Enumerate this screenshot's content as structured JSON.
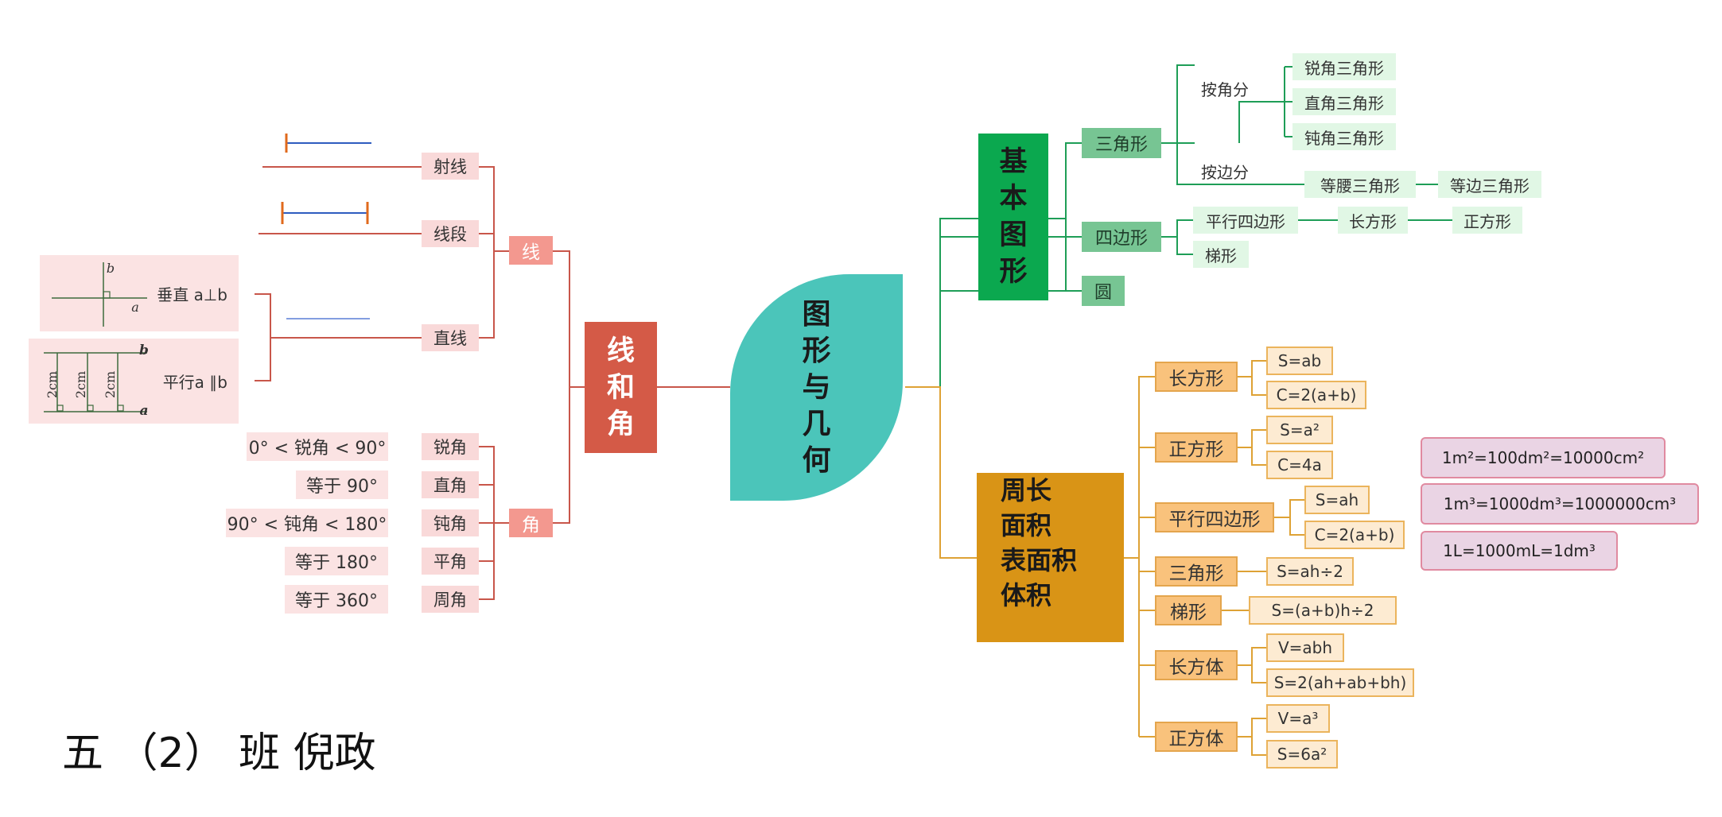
{
  "center": {
    "chars": [
      "图",
      "形",
      "与",
      "几",
      "何"
    ]
  },
  "left": {
    "root": {
      "chars": [
        "线",
        "和",
        "角"
      ]
    },
    "line_group": {
      "label": "线",
      "ray": "射线",
      "segment": "线段",
      "straight_line": "直线",
      "perpendicular": {
        "label": "垂直 a⊥b",
        "var_b": "b",
        "var_a": "a"
      },
      "parallel": {
        "label": "平行a ∥b",
        "var_b": "b",
        "var_a": "a",
        "distance_marks": [
          "2cm",
          "2cm",
          "2cm"
        ]
      }
    },
    "angle_group": {
      "label": "角",
      "items": [
        {
          "name": "锐角",
          "desc": "0° < 锐角 < 90°"
        },
        {
          "name": "直角",
          "desc": "等于 90°"
        },
        {
          "name": "钝角",
          "desc": "90° < 钝角 < 180°"
        },
        {
          "name": "平角",
          "desc": "等于 180°"
        },
        {
          "name": "周角",
          "desc": "等于 360°"
        }
      ]
    }
  },
  "right_top": {
    "root": {
      "chars": [
        "基",
        "本",
        "图",
        "形"
      ]
    },
    "triangle": {
      "label": "三角形",
      "by_angle": "按角分",
      "by_angle_items": [
        "锐角三角形",
        "直角三角形",
        "钝角三角形"
      ],
      "by_side": "按边分",
      "isosceles": "等腰三角形",
      "equilateral": "等边三角形"
    },
    "quadrilateral": {
      "label": "四边形",
      "parallelogram": "平行四边形",
      "rectangle": "长方形",
      "square": "正方形",
      "trapezoid": "梯形"
    },
    "circle": "圆"
  },
  "right_bottom": {
    "root": {
      "lines": [
        "周长",
        "面积",
        "表面积",
        "体积"
      ]
    },
    "shapes": [
      {
        "name": "长方形",
        "formulas": [
          "S=ab",
          "C=2(a+b)"
        ]
      },
      {
        "name": "正方形",
        "formulas": [
          "S=a²",
          "C=4a"
        ]
      },
      {
        "name": "平行四边形",
        "formulas": [
          "S=ah",
          "C=2(a+b)"
        ]
      },
      {
        "name": "三角形",
        "formulas": [
          "S=ah÷2"
        ]
      },
      {
        "name": "梯形",
        "formulas": [
          "S=(a+b)h÷2"
        ]
      },
      {
        "name": "长方体",
        "formulas": [
          "V=abh",
          "S=2(ah+ab+bh)"
        ]
      },
      {
        "name": "正方体",
        "formulas": [
          "V=a³",
          "S=6a²"
        ]
      }
    ]
  },
  "conversions": [
    "1m²=100dm²=10000cm²",
    "1m³=1000dm³=1000000cm³",
    "1L=1000mL=1dm³"
  ],
  "footer": "五 （2） 班 倪政",
  "colors": {
    "left_branch": "#d45a47",
    "left_node_light": "#f9d9d9",
    "center": "#4bc5ba",
    "geo_branch": "#0ba84f",
    "geo_node": "#77c593",
    "measure_branch": "#d99416",
    "measure_node": "#f9c27c",
    "unit_box": "#ead4e4",
    "deco_blue": "#2e5cbf",
    "deco_orange": "#e06a1c"
  }
}
